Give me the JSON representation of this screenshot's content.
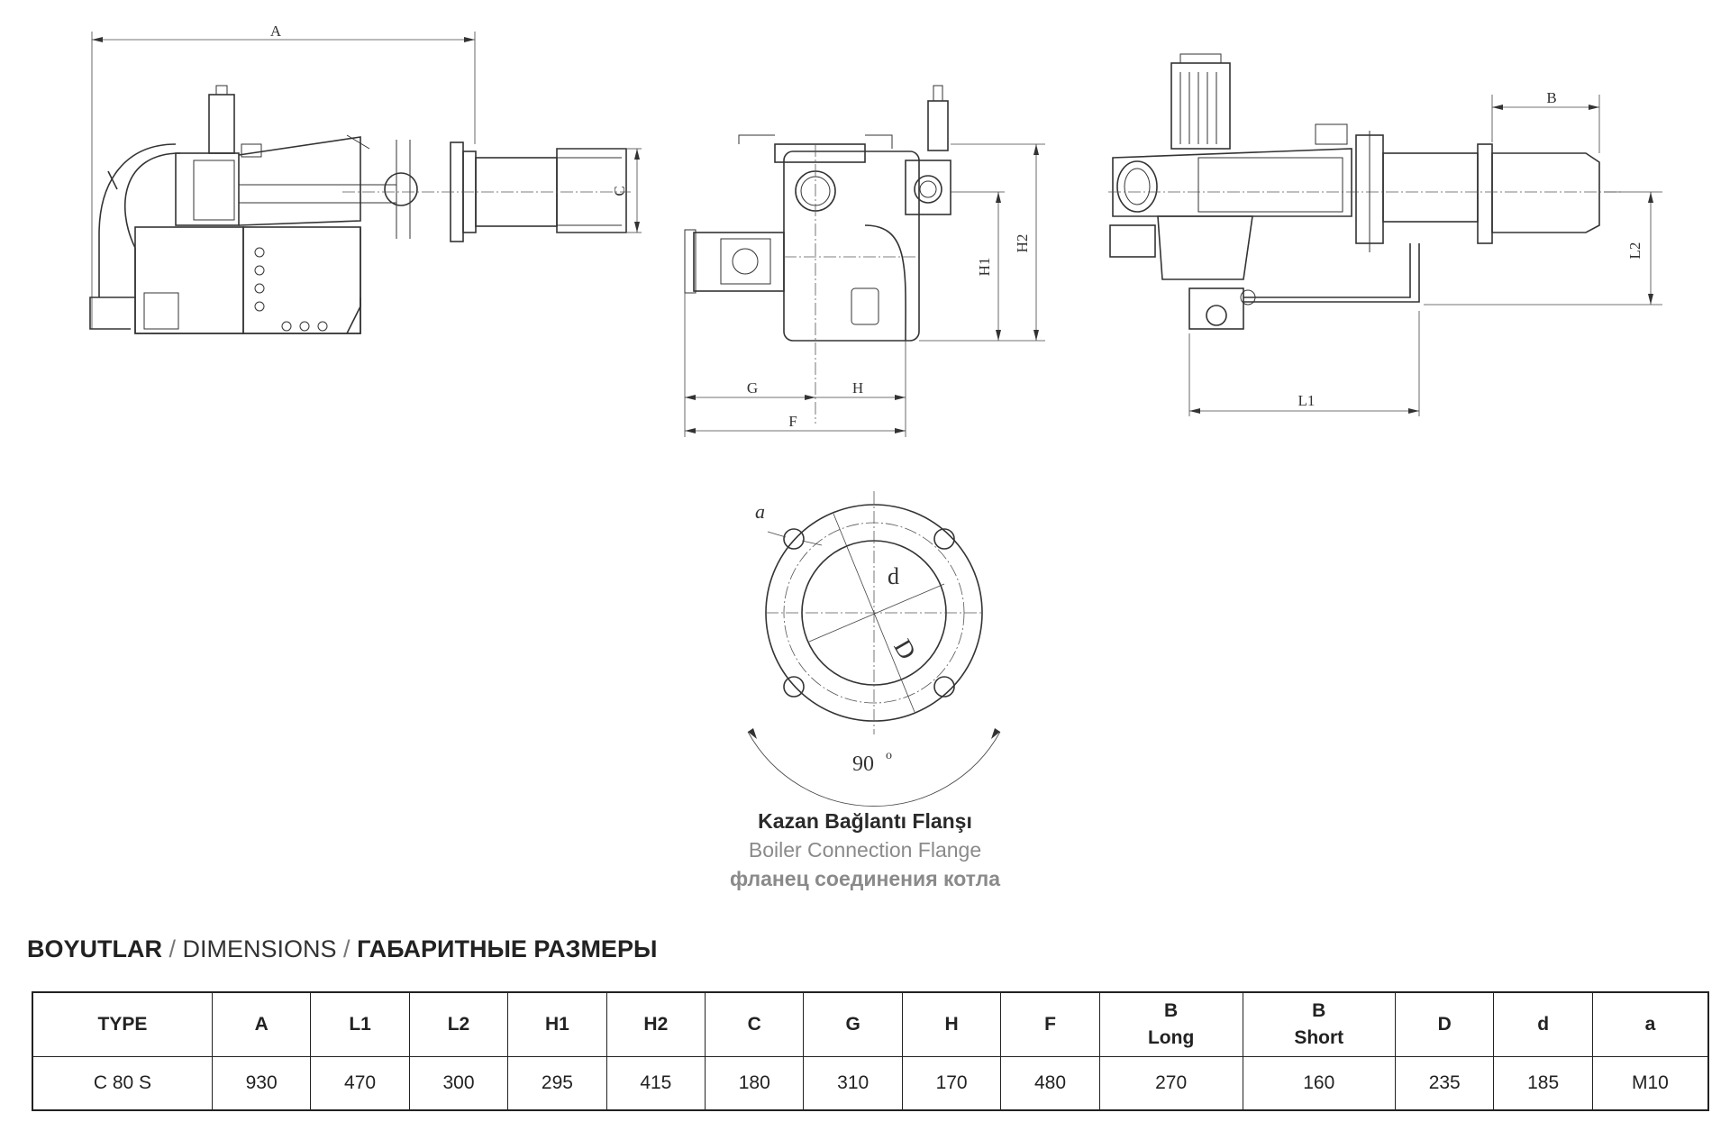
{
  "drawing": {
    "labels": {
      "A": "A",
      "C": "C",
      "G": "G",
      "H": "H",
      "F": "F",
      "H1": "H1",
      "H2": "H2",
      "B": "B",
      "L1": "L1",
      "L2": "L2",
      "a": "a",
      "d": "d",
      "D": "D",
      "angle": "90"
    }
  },
  "flange_caption": {
    "turkish": "Kazan Bağlantı Flanşı",
    "english": "Boiler Connection Flange",
    "russian": "фланец соединения котла"
  },
  "section_title": {
    "turkish": "BOYUTLAR",
    "separator": " / ",
    "english": "DIMENSIONS",
    "russian": "ГАБАРИТНЫЕ РАЗМЕРЫ"
  },
  "table": {
    "headers": [
      {
        "line1": "TYPE",
        "line2": ""
      },
      {
        "line1": "A",
        "line2": ""
      },
      {
        "line1": "L1",
        "line2": ""
      },
      {
        "line1": "L2",
        "line2": ""
      },
      {
        "line1": "H1",
        "line2": ""
      },
      {
        "line1": "H2",
        "line2": ""
      },
      {
        "line1": "C",
        "line2": ""
      },
      {
        "line1": "G",
        "line2": ""
      },
      {
        "line1": "H",
        "line2": ""
      },
      {
        "line1": "F",
        "line2": ""
      },
      {
        "line1": "B",
        "line2": "Long"
      },
      {
        "line1": "B",
        "line2": "Short"
      },
      {
        "line1": "D",
        "line2": ""
      },
      {
        "line1": "d",
        "line2": ""
      },
      {
        "line1": "a",
        "line2": ""
      }
    ],
    "rows": [
      [
        "C 80 S",
        "930",
        "470",
        "300",
        "295",
        "415",
        "180",
        "310",
        "170",
        "480",
        "270",
        "160",
        "235",
        "185",
        "M10"
      ]
    ]
  }
}
